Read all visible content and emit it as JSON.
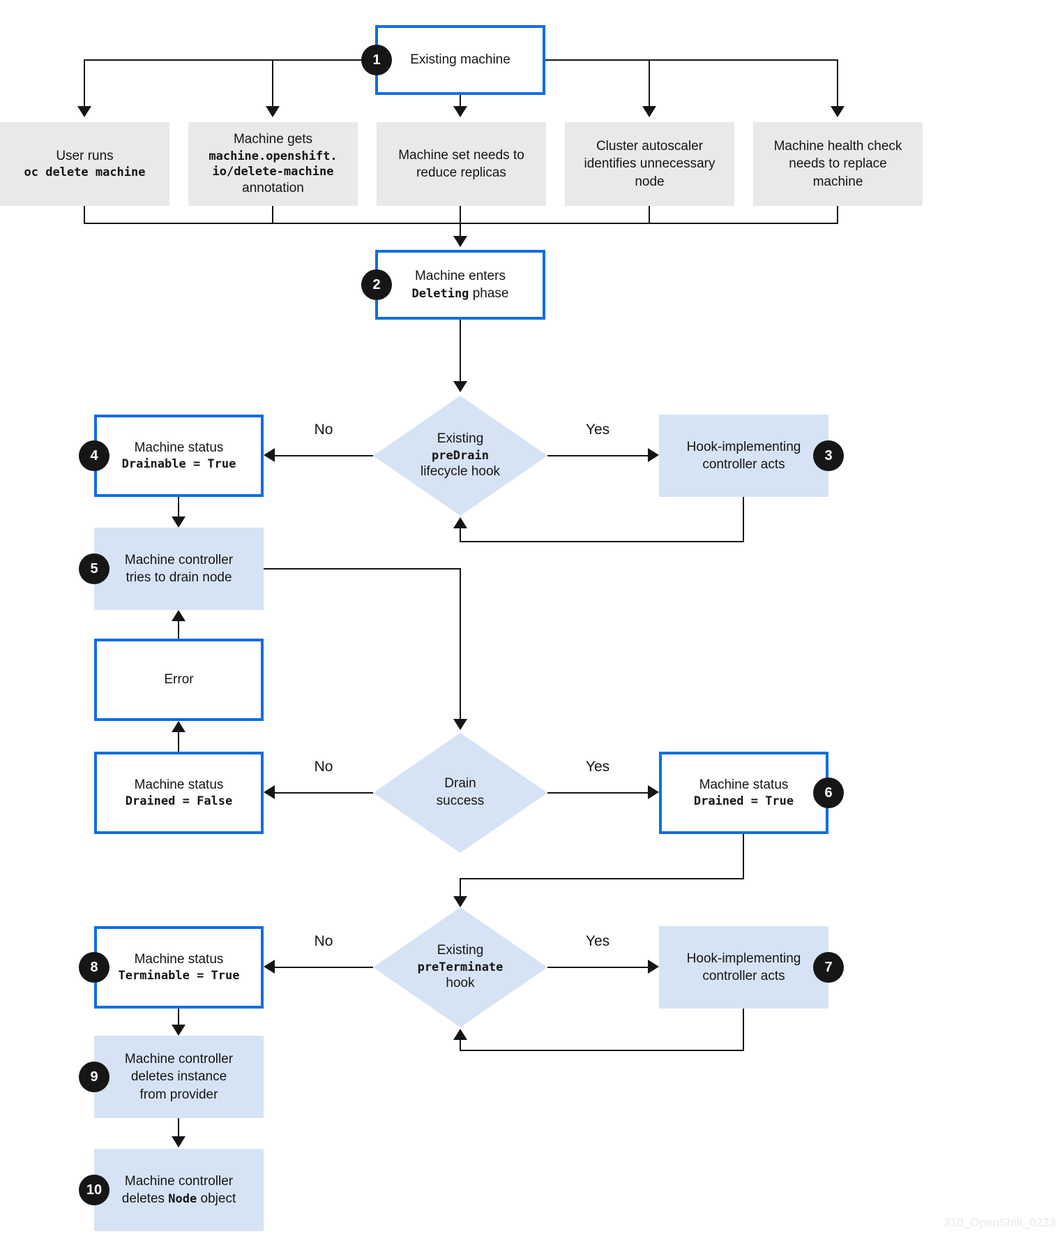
{
  "diagram": {
    "watermark": "310_OpenShift_0223",
    "colors": {
      "accent_blue_border": "#0d6ee4",
      "light_blue_fill": "#d6e3f4",
      "gray_fill": "#e9e9e9",
      "badge_black": "#161616",
      "line_black": "#151515"
    },
    "labels": {
      "no": "No",
      "yes": "Yes"
    },
    "nodes": {
      "existing_machine": {
        "badge": "1",
        "label": "Existing machine"
      },
      "user_runs": {
        "line1": "User runs",
        "code": "oc delete machine"
      },
      "machine_gets": {
        "line1": "Machine gets",
        "code1": "machine.openshift.",
        "code2": "io/delete-machine",
        "line2": "annotation"
      },
      "machine_set": {
        "label": "Machine set needs to reduce replicas"
      },
      "cluster_autoscaler": {
        "label": "Cluster autoscaler identifies unnecessary node"
      },
      "machine_health": {
        "label": "Machine health check needs to replace machine"
      },
      "enters_deleting": {
        "badge": "2",
        "line1": "Machine enters",
        "code": "Deleting",
        "line2": " phase"
      },
      "predrain": {
        "line1": "Existing",
        "code": "preDrain",
        "line2": "lifecycle hook"
      },
      "hook_acts_1": {
        "badge": "3",
        "label": "Hook-implementing controller acts"
      },
      "drainable_true": {
        "badge": "4",
        "line1": "Machine status",
        "code": "Drainable = True"
      },
      "drain_node": {
        "badge": "5",
        "label": "Machine controller tries to drain node"
      },
      "error": {
        "label": "Error"
      },
      "drained_false": {
        "line1": "Machine status",
        "code": "Drained = False"
      },
      "drain_success": {
        "line1": "Drain",
        "line2": "success"
      },
      "drained_true": {
        "badge": "6",
        "line1": "Machine status",
        "code": "Drained = True"
      },
      "preterminate": {
        "line1": "Existing",
        "code": "preTerminate",
        "line2": "hook"
      },
      "hook_acts_2": {
        "badge": "7",
        "label": "Hook-implementing controller acts"
      },
      "terminable_true": {
        "badge": "8",
        "line1": "Machine status",
        "code": "Terminable = True"
      },
      "delete_instance": {
        "badge": "9",
        "label": "Machine controller deletes instance from provider"
      },
      "delete_node": {
        "badge": "10",
        "line1": "Machine controller",
        "line2_pre": "deletes ",
        "code": "Node",
        "line2_post": " object"
      }
    }
  }
}
